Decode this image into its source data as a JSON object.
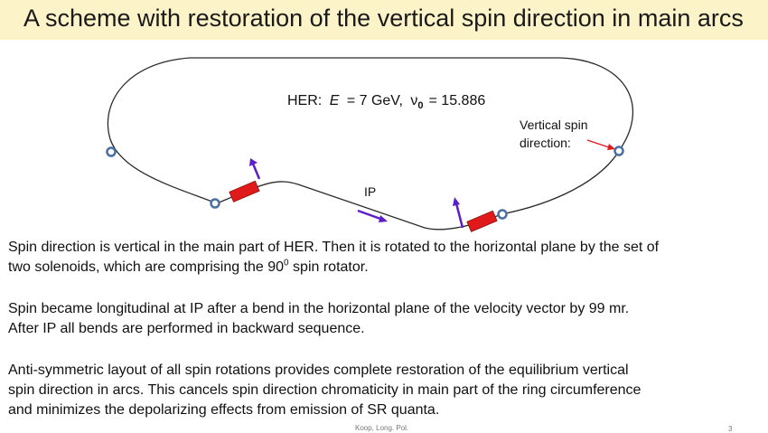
{
  "title": "A scheme with restoration of the vertical spin direction in main arcs",
  "diagram": {
    "her_prefix": "HER:",
    "energy_symbol": "E",
    "energy_value": "= 7 GeV,",
    "nu_symbol": "ν",
    "nu_subscript": "0",
    "nu_value": "= 15.886",
    "vertical_spin_line1": "Vertical spin",
    "vertical_spin_line2": "direction:",
    "ip_label": "IP",
    "colors": {
      "ring": "#2b2b2b",
      "solenoid": "#e0191a",
      "spin_arrow": "#5b1ec8",
      "marker": "#4a6fa5",
      "pointer": "#e0191a"
    }
  },
  "paragraphs": [
    {
      "lines": [
        "Spin direction is vertical in the main part of HER. Then it is rotated to the horizontal plane by the set of",
        "two solenoids, which are comprising the 90",
        " spin rotator."
      ],
      "superscript": "0"
    },
    {
      "lines": [
        "Spin became longitudinal at IP after a bend in the horizontal plane of the velocity vector by 99 mr.",
        "After IP all bends are performed in backward sequence."
      ]
    },
    {
      "lines": [
        "Anti-symmetric layout of all spin rotations provides complete restoration of the equilibrium vertical",
        "spin direction in arcs.  This cancels spin direction chromaticity in main part of the ring circumference",
        "and minimizes the depolarizing effects from emission of SR quanta."
      ]
    }
  ],
  "footer": "Koop, Long. Pol.",
  "page_number": "3"
}
